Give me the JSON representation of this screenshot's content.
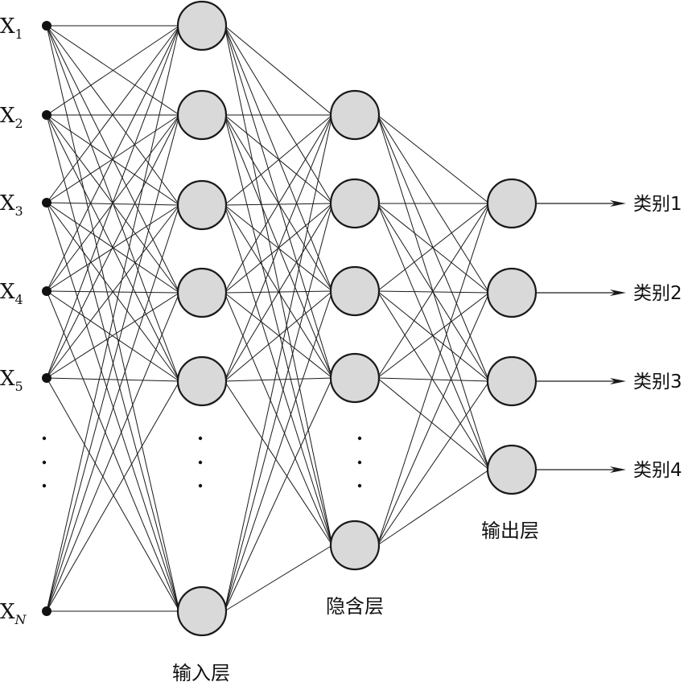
{
  "diagram": {
    "inputs": [
      {
        "base": "X",
        "sub": "1",
        "italic_sub": false
      },
      {
        "base": "X",
        "sub": "2",
        "italic_sub": false
      },
      {
        "base": "X",
        "sub": "3",
        "italic_sub": false
      },
      {
        "base": "X",
        "sub": "4",
        "italic_sub": false
      },
      {
        "base": "X",
        "sub": "5",
        "italic_sub": false
      },
      {
        "base": "X",
        "sub": "N",
        "italic_sub": true
      }
    ],
    "layers": {
      "input_layer_label": "输入层",
      "hidden_layer_label": "隐含层",
      "output_layer_label": "输出层"
    },
    "outputs": [
      "类别1",
      "类别2",
      "类别3",
      "类别4"
    ],
    "colors": {
      "node_fill": "#d9d9d9",
      "stroke": "#1a1a1a"
    }
  }
}
